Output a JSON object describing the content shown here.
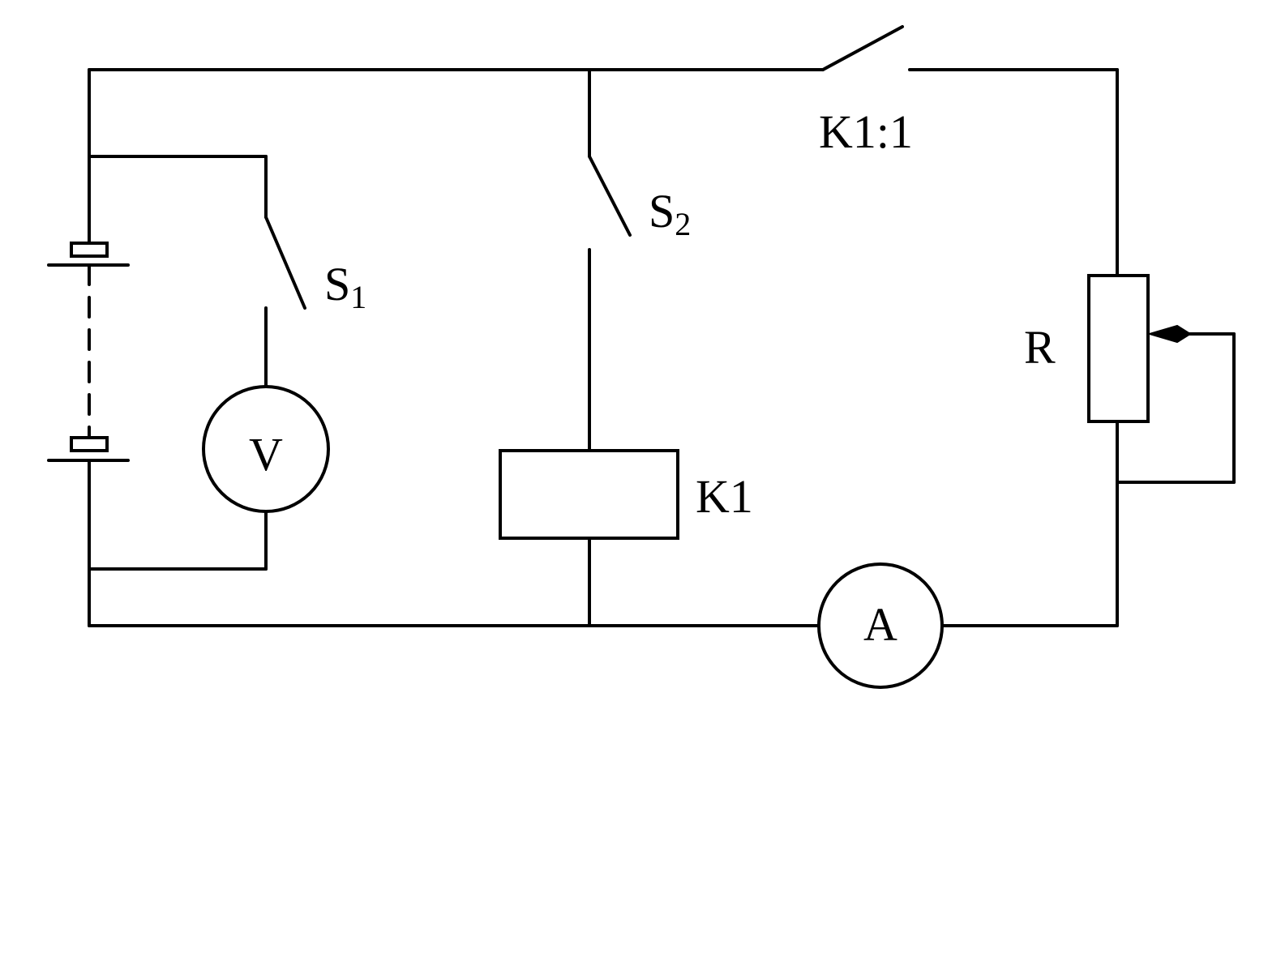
{
  "labels": {
    "switch_1": {
      "main": "S",
      "sub": "1"
    },
    "switch_2": {
      "main": "S",
      "sub": "2"
    },
    "relay_contact": "K1:1",
    "relay_coil": "K1",
    "voltmeter": "V",
    "ammeter": "A",
    "rheostat": "R"
  }
}
